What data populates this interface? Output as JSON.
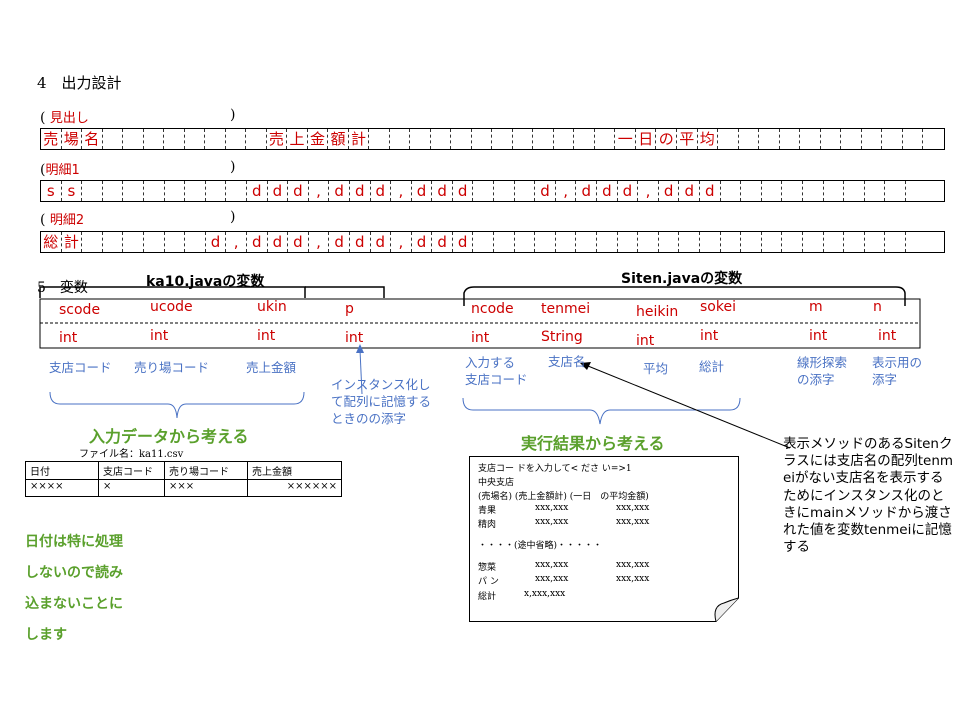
{
  "heading_output": "4　出力設計",
  "section1": {
    "paren_open": "(",
    "label": "見出し",
    "paren_close": ")",
    "cells": [
      "売",
      "場",
      "名",
      "",
      "",
      "",
      "",
      "",
      "",
      "",
      "",
      "売",
      "上",
      "金",
      "額",
      "計",
      "",
      "",
      "",
      "",
      "",
      "",
      "",
      "",
      "",
      "",
      "",
      "",
      "一",
      "日",
      "の",
      "平",
      "均",
      "",
      "",
      "",
      "",
      "",
      "",
      "",
      "",
      "",
      "",
      ""
    ]
  },
  "section2": {
    "paren_open": "(",
    "label": "明細1",
    "paren_close": ")",
    "cells": [
      "s",
      "s",
      "",
      "",
      "",
      "",
      "",
      "",
      "",
      "",
      "d",
      "d",
      "d",
      ",",
      "d",
      "d",
      "d",
      ",",
      "d",
      "d",
      "d",
      "",
      "",
      "",
      "d",
      ",",
      "d",
      "d",
      "d",
      ",",
      "d",
      "d",
      "d",
      "",
      "",
      "",
      "",
      "",
      "",
      "",
      "",
      "",
      ""
    ]
  },
  "section3": {
    "paren_open": "(",
    "label": "明細2",
    "paren_close": ")",
    "cells": [
      "総",
      "計",
      "",
      "",
      "",
      "",
      "",
      "",
      "d",
      ",",
      "d",
      "d",
      "d",
      ",",
      "d",
      "d",
      "d",
      ",",
      "d",
      "d",
      "d",
      "",
      "",
      "",
      "",
      "",
      "",
      "",
      "",
      "",
      "",
      "",
      "",
      "",
      "",
      "",
      "",
      "",
      "",
      "",
      "",
      "",
      ""
    ]
  },
  "heading_vars": "5　変数",
  "group_ka10": "ka10.javaの変数",
  "group_siten": "Siten.javaの変数",
  "variables": [
    {
      "name": "scode",
      "type": "int",
      "desc": "支店コード"
    },
    {
      "name": "ucode",
      "type": "int",
      "desc": "売り場コード"
    },
    {
      "name": "ukin",
      "type": "int",
      "desc": "売上金額"
    },
    {
      "name": "p",
      "type": "int",
      "desc": "インスタンス化して配列に記憶するときのの添字"
    },
    {
      "name": "ncode",
      "type": "int",
      "desc": "入力する支店コード"
    },
    {
      "name": "tenmei",
      "type": "String",
      "desc": "支店名"
    },
    {
      "name": "heikin",
      "type": "int",
      "desc": "平均"
    },
    {
      "name": "sokei",
      "type": "int",
      "desc": "総計"
    },
    {
      "name": "m",
      "type": "int",
      "desc": "線形探索の添字"
    },
    {
      "name": "n",
      "type": "int",
      "desc": "表示用の添字"
    }
  ],
  "desc_p_lines": [
    "インスタンス化し",
    "て配列に記憶する",
    "ときのの添字"
  ],
  "desc_ncode_lines": [
    "入力する",
    "支店コード"
  ],
  "desc_m_lines": [
    "線形探索",
    "の添字"
  ],
  "desc_n_lines": [
    "表示用の",
    "添字"
  ],
  "input_title": "入力データから考える",
  "file_label": "ファイル名：ka11.csv",
  "csv_headers": [
    "日付",
    "支店コード",
    "売り場コード",
    "売上金額"
  ],
  "csv_values": [
    "××××",
    "×",
    "×××",
    "××××××"
  ],
  "exec_title": "実行結果から考える",
  "exec_lines": [
    "支店コー ドを入力して< ださ い=>1",
    "中央支店",
    "(売場名) (売上金額計) (一日　の平均金額)",
    "青果",
    "精肉",
    "・・・・(途中省略)・・・・・",
    "惣菜",
    "パ ン",
    "総計"
  ],
  "exec_vals_a": [
    "xxx,xxx",
    "xxx,xxx",
    "xxx,xxx",
    "xxx,xxx"
  ],
  "exec_vals_b": [
    "xxx,xxx",
    "xxx,xxx",
    "xxx,xxx",
    "xxx,xxx"
  ],
  "exec_total": "x,xxx,xxx",
  "note_date": [
    "日付は特に処理",
    "しないので読み",
    "込まないことに",
    "します"
  ],
  "note_right": "表示メソッドのあるSitenクラスには支店名の配列tenmeiがない支店名を表示するためにインスタンス化のときにmainメソッドから渡された値を変数tenmeiに記憶する",
  "colors": {
    "red": "#cc0000",
    "blue": "#4a72c4",
    "green": "#5aa02c"
  }
}
